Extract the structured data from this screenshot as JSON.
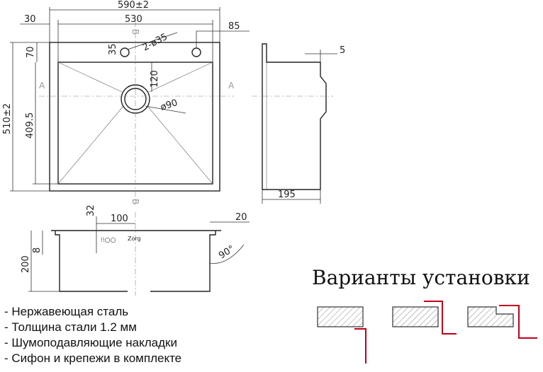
{
  "dimensions": {
    "overall_width": "590±2",
    "inner_width": "530",
    "side_margin": "30",
    "hole_offset": "85",
    "hole_spec": "2-ø35",
    "hole_top_offset": "35",
    "top_margin": "70",
    "drain_offset": "120",
    "overall_depth": "510±2",
    "inner_depth": "409.5",
    "drain_diameter": "ø90",
    "flange": "5",
    "side_depth": "195",
    "lip_height": "32",
    "lip_offset": "100",
    "edge_offset": "20",
    "bowl_depth": "200",
    "rim_thickness": "8",
    "edge_angle": "90°"
  },
  "section_labels": {
    "a": "A",
    "b": "B"
  },
  "brand_mark": "Zorg",
  "installation": {
    "title": "Варианты установки"
  },
  "features": [
    "- Нержавеющая сталь",
    "- Толщина стали 1.2 мм",
    "- Шумоподавляющие накладки",
    "- Сифон и крепежи в комплекте"
  ]
}
